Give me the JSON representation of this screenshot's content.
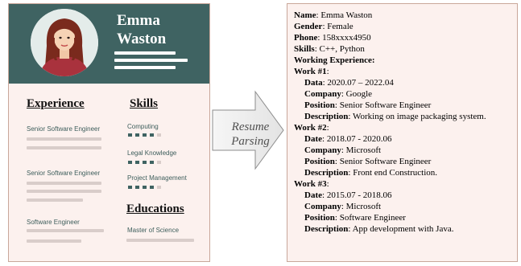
{
  "resume": {
    "first_name": "Emma",
    "last_name": "Waston",
    "experience_title": "Experience",
    "skills_title": "Skills",
    "educations_title": "Educations",
    "jobs": [
      "Senior Software Engineer",
      "Senior Software Engineer",
      "Software Engineer"
    ],
    "skills": [
      {
        "label": "Computing",
        "level": 4,
        "max": 5
      },
      {
        "label": "Legal Knowledge",
        "level": 4,
        "max": 5
      },
      {
        "label": "Project Management",
        "level": 4,
        "max": 5
      }
    ],
    "education": "Master of Science"
  },
  "arrow": {
    "line1": "Resume",
    "line2": "Parsing"
  },
  "parsed": {
    "name": {
      "key": "Name",
      "value": "Emma Waston"
    },
    "gender": {
      "key": "Gender",
      "value": "Female"
    },
    "phone": {
      "key": "Phone",
      "value": "158xxxx4950"
    },
    "skills": {
      "key": "Skills",
      "value": "C++, Python"
    },
    "experience_header": "Working Experience:",
    "works": [
      {
        "title": "Work #1",
        "date_key": "Data",
        "date": "2020.07 – 2022.04",
        "company_key": "Company",
        "company": "Google",
        "position_key": "Position",
        "position": "Senior Software Engineer",
        "desc_key": "Description",
        "desc": "Working on image packaging system."
      },
      {
        "title": "Work #2",
        "date_key": "Date",
        "date": "2018.07 - 2020.06",
        "company_key": "Company",
        "company": "Microsoft",
        "position_key": "Position",
        "position": "Senior Software Engineer",
        "desc_key": "Description",
        "desc": "Front end Construction."
      },
      {
        "title": "Work #3",
        "date_key": "Date",
        "date": "2015.07 - 2018.06",
        "company_key": "Company",
        "company": "Microsoft",
        "position_key": "Position",
        "position": "Software Engineer",
        "desc_key": "Description",
        "desc": "App development with Java."
      }
    ]
  },
  "colors": {
    "header_teal": "#3f6362",
    "card_background": "#fcf1ee",
    "card_border": "#c9a79a",
    "placeholder_line": "#d9cdca"
  }
}
